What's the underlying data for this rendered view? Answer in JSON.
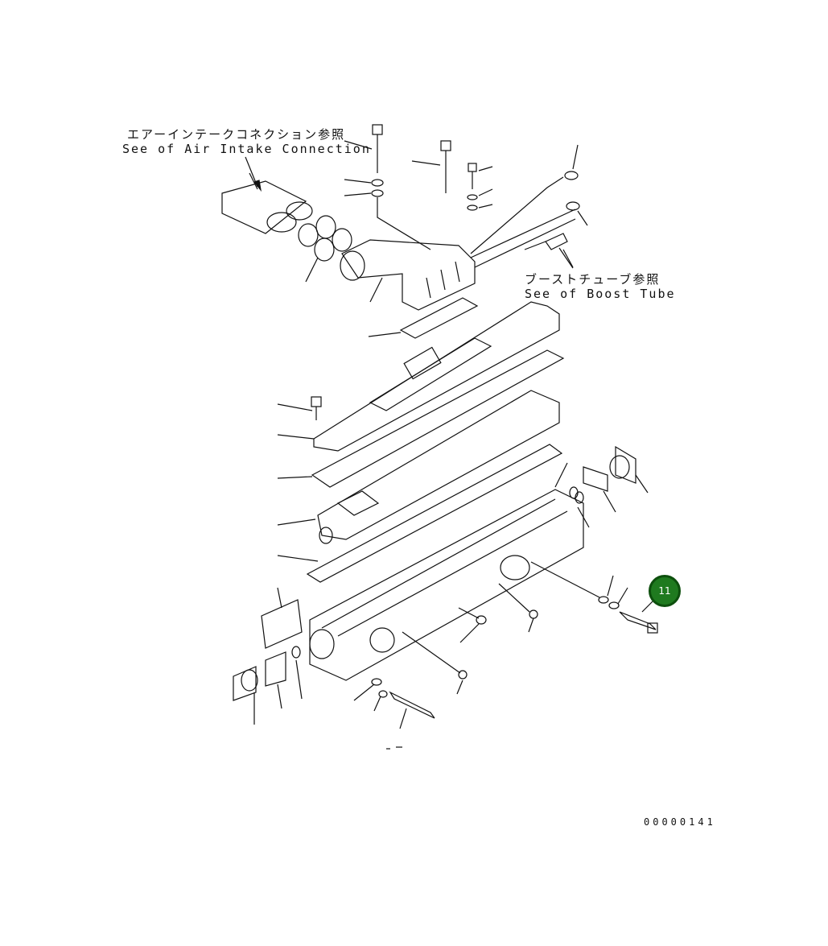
{
  "labels": {
    "air_intake_jp": "エアーインテークコネクション参照",
    "air_intake_en": "See of Air Intake Connection",
    "boost_tube_jp": "ブーストチューブ参照",
    "boost_tube_en": "See of Boost Tube"
  },
  "callout": {
    "number": "11",
    "color": "#1f7a1f"
  },
  "document_number": "00000141"
}
